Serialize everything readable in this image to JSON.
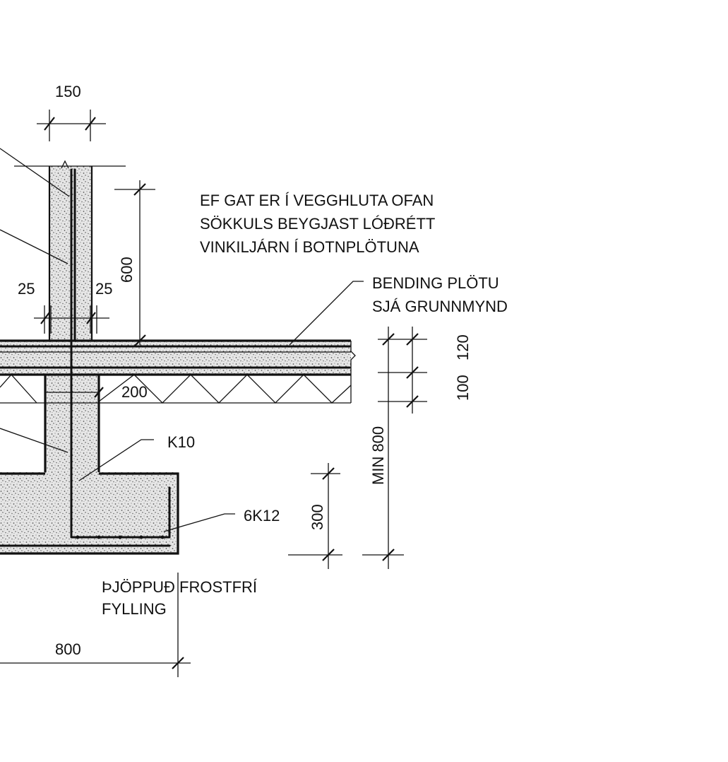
{
  "dimensions": {
    "wall_width": "150",
    "cover_left": "25",
    "cover_right": "25",
    "anchor_length": "600",
    "slab_thickness": "120",
    "insulation_thickness": "100",
    "wall_depth": "200",
    "min_depth": "MIN 800",
    "footing_height": "300",
    "footing_width": "800"
  },
  "labels": {
    "stirrup": "K10",
    "bottom_bars": "6K12",
    "slab_note": [
      "BENDING PLÖTU",
      "SJÁ GRUNNMYND"
    ],
    "opening_note": [
      "EF GAT ER Í VEGGHLUTA OFAN",
      "SÖKKULS BEYGJAST LÓÐRÉTT",
      "VINKILJÁRN Í BOTNPLÖTUNA"
    ],
    "fill_note": [
      "ÞJÖPPUÐ FROSTFRÍ",
      "FYLLING"
    ]
  },
  "colors": {
    "ink": "#111111",
    "concrete_base": "#e4e4e4",
    "paper": "#ffffff"
  }
}
